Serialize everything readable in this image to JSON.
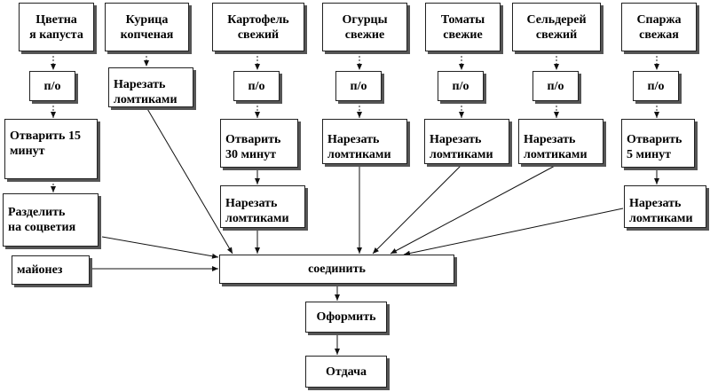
{
  "nodes": {
    "cauliflower": "Цветна\nя капуста",
    "chicken": "Курица\nкопченая",
    "potato": "Картофель\nсвежий",
    "cucumbers": "Огурцы\nсвежие",
    "tomatoes": "Томаты\nсвежие",
    "celery": "Сельдерей\nсвежий",
    "asparagus": "Спаржа\nсвежая",
    "po_1": "п/о",
    "po_2": "п/о",
    "po_3": "п/о",
    "po_4": "п/о",
    "po_5": "п/о",
    "po_6": "п/о",
    "chicken_slice": "Нарезать\nломтиками",
    "boil15": "Отварить 15\nминут",
    "boil30": "Отварить\n30 минут",
    "cucumber_slice": "Нарезать\nломтиками",
    "tomato_slice": "Нарезать\nломтиками",
    "celery_slice": "Нарезать\nломтиками",
    "boil5": "Отварить\n5 минут",
    "divide": "Разделить\nна соцветия",
    "potato_slice": "Нарезать\nломтиками",
    "asparagus_slice": "Нарезать\nломтиками",
    "mayo": "майонез",
    "combine": "соединить",
    "garnish": "Оформить",
    "serve": "Отдача"
  }
}
